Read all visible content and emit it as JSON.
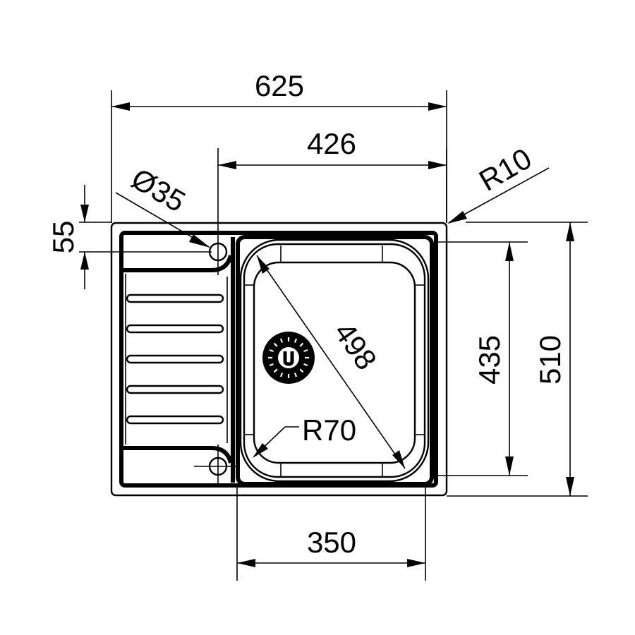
{
  "drawing": {
    "title": "Kitchen sink with drainboard - dimension drawing",
    "units": "mm",
    "stroke_color": "#000000",
    "background_color": "#ffffff"
  },
  "dimensions": {
    "overall_width": {
      "label": "625",
      "value": 625
    },
    "bowl_section_width": {
      "label": "426",
      "value": 426
    },
    "tap_hole_diameter": {
      "label": "Ø35",
      "value": 35
    },
    "corner_radius_outer": {
      "label": "R10",
      "value": 10
    },
    "tap_hole_offset": {
      "label": "55",
      "value": 55
    },
    "bowl_diagonal": {
      "label": "498",
      "value": 498
    },
    "bowl_corner_radius": {
      "label": "R70",
      "value": 70
    },
    "bowl_height": {
      "label": "435",
      "value": 435
    },
    "overall_depth": {
      "label": "510",
      "value": 510
    },
    "bowl_width": {
      "label": "350",
      "value": 350
    }
  },
  "features": {
    "drainboard_ribs": 5,
    "tap_holes": 2,
    "drain": "strainer-waste-icon"
  }
}
